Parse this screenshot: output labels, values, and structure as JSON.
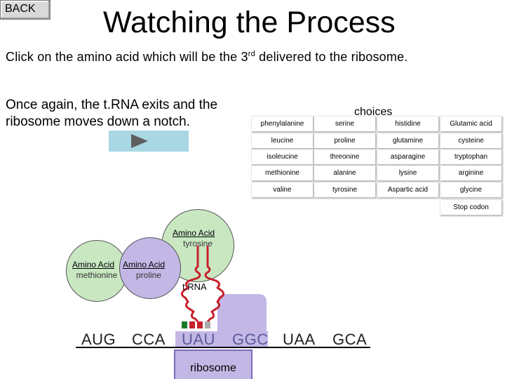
{
  "back_label": "BACK",
  "title": "Watching the Process",
  "instruction": {
    "before": "Click on the amino acid which will be the 3",
    "sup": "rd",
    "after": " delivered to the ribosome."
  },
  "description": "Once again, the t.RNA exits and the ribosome moves down a notch.",
  "play_icon": "play-triangle-icon",
  "choices": {
    "label": "choices",
    "rows": [
      [
        "phenylalanine",
        "serine",
        "histidine",
        "Glutamic acid"
      ],
      [
        "leucine",
        "proline",
        "glutamine",
        "cysteine"
      ],
      [
        "isoleucine",
        "threonine",
        "asparagine",
        "tryptophan"
      ],
      [
        "methionine",
        "alanine",
        "lysine",
        "arginine"
      ],
      [
        "valine",
        "tyrosine",
        "Aspartic acid",
        "glycine"
      ],
      [
        "",
        "",
        "",
        "Stop codon"
      ]
    ]
  },
  "amino_acids": [
    {
      "name": "Amino Acid",
      "value": "tyrosine",
      "color": "#c9e8c2"
    },
    {
      "name": "Amino Acid",
      "value": "methionine",
      "color": "#c9e8c2"
    },
    {
      "name": "Amino Acid",
      "value": "proline",
      "color": "#c3b7e6"
    }
  ],
  "trna_label": "t.RNA",
  "codons": [
    "AUG",
    "CCA",
    "UAU",
    "GGC",
    "UAA",
    "GCA"
  ],
  "ribosome_label": "ribosome",
  "colors": {
    "ribosome": "#c3b7e6",
    "amino_green": "#c9e8c2",
    "play_button": "#a9d7e3",
    "trna": "#c8202b"
  }
}
